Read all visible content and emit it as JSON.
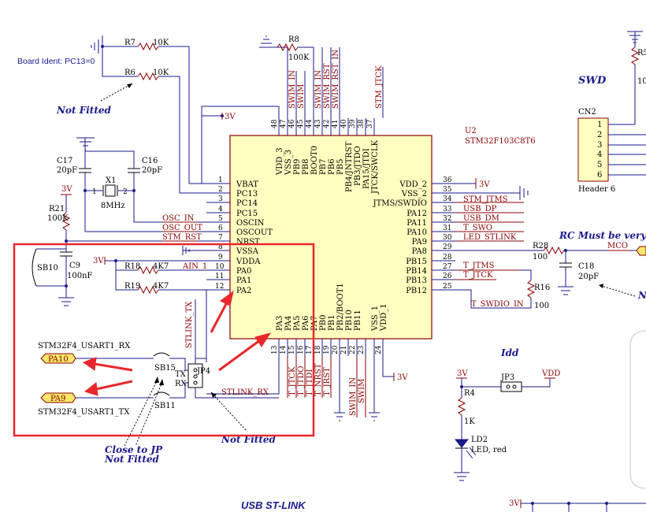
{
  "board_ident": "Board Ident: PC13=0",
  "section_titles": {
    "swd": "SWD",
    "usb_stlink": "USB ST-LINK",
    "idd": "Idd"
  },
  "notes": {
    "not_fitted_1": "Not Fitted",
    "not_fitted_2": "Not Fitted",
    "close_to_jp": "Close to JP",
    "not_fitted_3": "Not Fitted",
    "rc_note": "RC Must be very clo",
    "rc_note2": "No"
  },
  "ic": {
    "ref": "U2",
    "part": "STM32F103C8T6",
    "left_pins": [
      {
        "num": "1",
        "name": "VBAT"
      },
      {
        "num": "2",
        "name": "PC13"
      },
      {
        "num": "3",
        "name": "PC14"
      },
      {
        "num": "4",
        "name": "PC15"
      },
      {
        "num": "5",
        "name": "OSCIN"
      },
      {
        "num": "6",
        "name": "OSCOUT"
      },
      {
        "num": "7",
        "name": "NRST"
      },
      {
        "num": "8",
        "name": "VSSA"
      },
      {
        "num": "9",
        "name": "VDDA"
      },
      {
        "num": "10",
        "name": "PA0"
      },
      {
        "num": "11",
        "name": "PA1"
      },
      {
        "num": "12",
        "name": "PA2"
      }
    ],
    "right_pins": [
      {
        "num": "36",
        "name": "VDD_2"
      },
      {
        "num": "35",
        "name": "VSS_2"
      },
      {
        "num": "34",
        "name": "JTMS/SWDIO"
      },
      {
        "num": "33",
        "name": "PA12"
      },
      {
        "num": "32",
        "name": "PA11"
      },
      {
        "num": "31",
        "name": "PA10"
      },
      {
        "num": "30",
        "name": "PA9"
      },
      {
        "num": "29",
        "name": "PA8"
      },
      {
        "num": "28",
        "name": "PB15"
      },
      {
        "num": "27",
        "name": "PB14"
      },
      {
        "num": "26",
        "name": "PB13"
      },
      {
        "num": "25",
        "name": "PB12"
      }
    ],
    "top_pins": [
      {
        "num": "48",
        "name": "VDD_3"
      },
      {
        "num": "47",
        "name": "VSS_3"
      },
      {
        "num": "46",
        "name": "PB9"
      },
      {
        "num": "45",
        "name": "PB8"
      },
      {
        "num": "44",
        "name": "BOOT0"
      },
      {
        "num": "43",
        "name": "PB7"
      },
      {
        "num": "42",
        "name": "PB6"
      },
      {
        "num": "41",
        "name": "PB5"
      },
      {
        "num": "40",
        "name": "PB4/JNTRST"
      },
      {
        "num": "39",
        "name": "PB3/JTDO"
      },
      {
        "num": "38",
        "name": "PA15/JTDI"
      },
      {
        "num": "37",
        "name": "JTCK/SWCLK"
      }
    ],
    "bottom_pins": [
      {
        "num": "13",
        "name": "PA3"
      },
      {
        "num": "14",
        "name": "PA4"
      },
      {
        "num": "15",
        "name": "PA5"
      },
      {
        "num": "16",
        "name": "PA6"
      },
      {
        "num": "17",
        "name": "PA7"
      },
      {
        "num": "18",
        "name": "PB0"
      },
      {
        "num": "19",
        "name": "PB1"
      },
      {
        "num": "20",
        "name": "PB2/BOOT1"
      },
      {
        "num": "21",
        "name": "PB10"
      },
      {
        "num": "22",
        "name": "PB11"
      },
      {
        "num": "23",
        "name": "VSS_1"
      },
      {
        "num": "24",
        "name": "VDD_1"
      }
    ]
  },
  "top_nets": [
    "SWIM_IN",
    "SWIM",
    "SWIM_IN",
    "SWIM_RST",
    "SWIM_RST_IN",
    "STM_JTCK"
  ],
  "right_nets": [
    "STM_JTMS",
    "USB_DP",
    "USB_DM",
    "T_SWO",
    "LED_STLINK",
    "MCO",
    "T_JTMS",
    "T_JTCK",
    "T_SWDIO_IN"
  ],
  "left_nets": [
    "OSC_IN",
    "OSC_OUT",
    "STM_RST",
    "AIN_1"
  ],
  "bottom_nets": [
    "T_JTCK",
    "T_JTDO",
    "T_JTDI",
    "T_NRST",
    "T_JRST",
    "SWIM_IN",
    "SWIM"
  ],
  "stlink_nets": {
    "tx": "STLINK_TX",
    "rx": "STLINK_RX"
  },
  "power": {
    "v3": "3V",
    "vdd": "VDD"
  },
  "components": {
    "r7": {
      "ref": "R7",
      "value": "10K"
    },
    "r6": {
      "ref": "R6",
      "value": "10K"
    },
    "r8": {
      "ref": "R8",
      "value": "100K"
    },
    "r21": {
      "ref": "R21",
      "value": "100K"
    },
    "r18": {
      "ref": "R18",
      "value": "4K7"
    },
    "r19": {
      "ref": "R19",
      "value": "4K7"
    },
    "r28": {
      "ref": "R28",
      "value": "100"
    },
    "r16": {
      "ref": "R16",
      "value": "100"
    },
    "r4": {
      "ref": "R4",
      "value": "1K"
    },
    "r5": {
      "ref": "R5",
      "value": "10"
    },
    "c17": {
      "ref": "C17",
      "value": "20pF"
    },
    "c16": {
      "ref": "C16",
      "value": "20pF"
    },
    "c9": {
      "ref": "C9",
      "value": "100nF"
    },
    "c18": {
      "ref": "C18",
      "value": "20pF"
    },
    "x1": {
      "ref": "X1",
      "value": "8MHz"
    },
    "jp3": {
      "ref": "JP3"
    },
    "jp4": {
      "ref": "JP4",
      "tx": "TX",
      "rx": "RX"
    },
    "ld2": {
      "ref": "LD2",
      "value": "LED, red"
    },
    "sb10": {
      "ref": "SB10"
    },
    "sb15": {
      "ref": "SB15"
    },
    "sb11": {
      "ref": "SB11"
    },
    "cn2": {
      "ref": "CN2",
      "value": "Header 6",
      "pins": [
        "1",
        "2",
        "3",
        "4",
        "5",
        "6"
      ]
    }
  },
  "ports": {
    "pa10": {
      "label": "PA10",
      "desc": "STM32F4_USART1_RX"
    },
    "pa9": {
      "label": "PA9",
      "desc": "STM32F4_USART1_TX"
    }
  },
  "highlight_color": "#e8272c",
  "ic_fill": "#ffffc0",
  "port_fill": "#f7e76a"
}
